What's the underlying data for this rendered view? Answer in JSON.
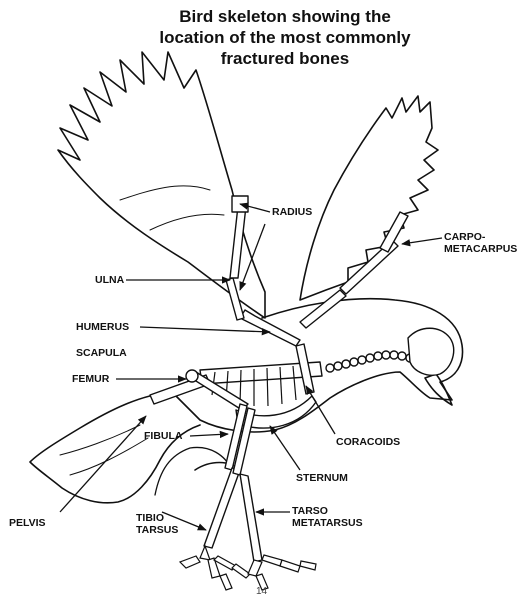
{
  "title": {
    "line1": "Bird skeleton showing the",
    "line2": "location of the most commonly",
    "line3": "fractured bones"
  },
  "labels": {
    "radius": "RADIUS",
    "carpometacarpus_line1": "CARPO-",
    "carpometacarpus_line2": "METACARPUS",
    "ulna": "ULNA",
    "humerus": "HUMERUS",
    "scapula": "SCAPULA",
    "femur": "FEMUR",
    "fibula": "FIBULA",
    "coracoids": "CORACOIDS",
    "sternum": "STERNUM",
    "pelvis": "PELVIS",
    "tibiotarsus_line1": "TIBIO",
    "tibiotarsus_line2": "TARSUS",
    "tarsometatarsus_line1": "TARSO",
    "tarsometatarsus_line2": "METATARSUS"
  },
  "page_number": "14"
}
